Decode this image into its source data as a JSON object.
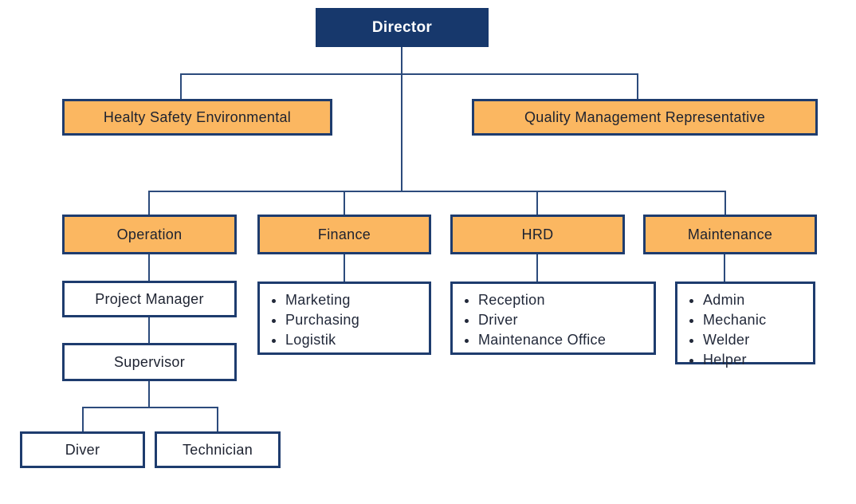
{
  "palette": {
    "navy_fill": "#17386C",
    "navy_border": "#1E3C6E",
    "orange_fill": "#FBB761",
    "connector_line": "#2C4B7C",
    "text_dark": "#1D2230",
    "text_on_navy": "#FFFFFF",
    "background": "#FFFFFF"
  },
  "org_chart": {
    "type": "organization-chart",
    "root": {
      "label": "Director"
    },
    "staff": [
      {
        "label": "Healty Safety Environmental"
      },
      {
        "label": "Quality Management Representative"
      }
    ],
    "departments": [
      {
        "label": "Operation",
        "chain": [
          {
            "label": "Project Manager"
          },
          {
            "label": "Supervisor"
          }
        ],
        "leaves": [
          {
            "label": "Diver"
          },
          {
            "label": "Technician"
          }
        ]
      },
      {
        "label": "Finance",
        "items": [
          "Marketing",
          "Purchasing",
          "Logistik"
        ]
      },
      {
        "label": "HRD",
        "items": [
          "Reception",
          "Driver",
          "Maintenance Office"
        ]
      },
      {
        "label": "Maintenance",
        "items": [
          "Admin",
          "Mechanic",
          "Welder",
          "Helper"
        ]
      }
    ]
  }
}
